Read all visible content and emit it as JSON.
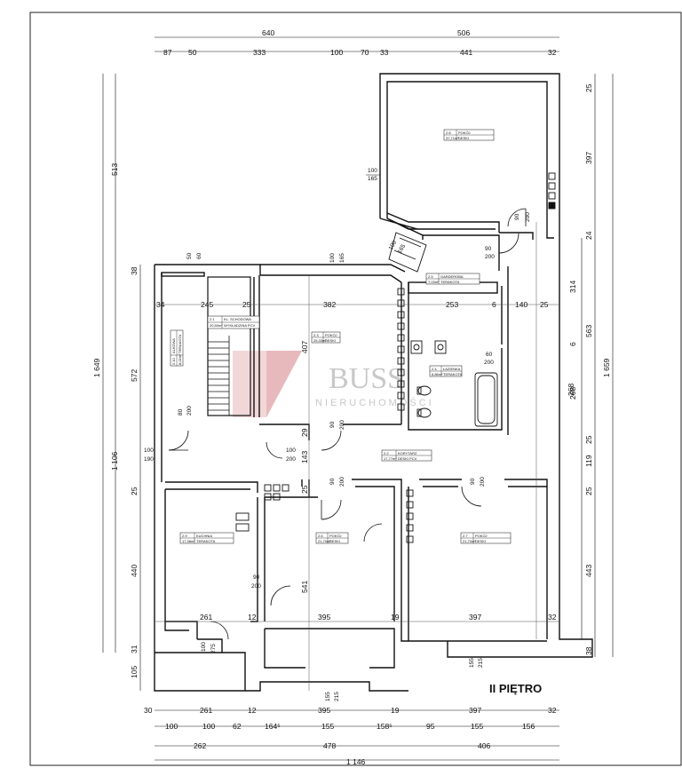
{
  "floor_label": "II PIĘTRO",
  "watermark": {
    "line1": "BUSS",
    "line2": "NIERUCHOMOŚCI"
  },
  "dims": {
    "top_total": [
      "640",
      "506"
    ],
    "top_parts": [
      "87",
      "50",
      "333",
      "100",
      "70",
      "33",
      "441",
      "32"
    ],
    "left_outer": [
      "513",
      "1 649"
    ],
    "left_inner": [
      "38",
      "572",
      "1 106",
      "25",
      "440",
      "31",
      "105"
    ],
    "left_small": [
      "34",
      "245",
      "25"
    ],
    "right_outer": [
      "1 659"
    ],
    "right_inner": [
      "25",
      "397",
      "24",
      "314",
      "563",
      "6",
      "268",
      "25",
      "119",
      "25",
      "443",
      "38"
    ],
    "bottom_row1": [
      "30",
      "261",
      "12",
      "395",
      "19",
      "397",
      "32"
    ],
    "bottom_row2": [
      "100",
      "100",
      "62",
      "164⁵",
      "155",
      "158⁵",
      "95",
      "155",
      "156"
    ],
    "bottom_row3": [
      "262",
      "478",
      "406"
    ],
    "bottom_total": "1 146",
    "inner_row1": [
      "382",
      "253",
      "6",
      "140",
      "25"
    ],
    "inner_row2": [
      "261",
      "12",
      "395",
      "19",
      "397",
      "32"
    ],
    "inner_vert": [
      "407",
      "29",
      "143",
      "25",
      "541",
      "268"
    ]
  },
  "openings": [
    {
      "id": "o1",
      "top": "100",
      "bottom": "165"
    },
    {
      "id": "o2",
      "top": "90",
      "bottom": "200"
    },
    {
      "id": "o3",
      "top": "100",
      "bottom": "165"
    },
    {
      "id": "o4",
      "top": "50",
      "bottom": "60"
    },
    {
      "id": "o5",
      "top": "100",
      "bottom": "165"
    },
    {
      "id": "o6",
      "top": "90",
      "bottom": "200"
    },
    {
      "id": "o7",
      "top": "60",
      "bottom": "200"
    },
    {
      "id": "o8",
      "top": "80",
      "bottom": "200"
    },
    {
      "id": "o9",
      "top": "100",
      "bottom": "190"
    },
    {
      "id": "o10",
      "top": "100",
      "bottom": "200"
    },
    {
      "id": "o11",
      "top": "90",
      "bottom": "200"
    },
    {
      "id": "o12",
      "top": "90",
      "bottom": "200"
    },
    {
      "id": "o13",
      "top": "90",
      "bottom": "200"
    },
    {
      "id": "o14",
      "top": "90",
      "bottom": "200"
    },
    {
      "id": "o15",
      "top": "100",
      "bottom": "275"
    },
    {
      "id": "o16",
      "top": "155",
      "bottom": "215"
    },
    {
      "id": "o17",
      "top": "155",
      "bottom": "215"
    }
  ],
  "rooms": [
    {
      "id": "2.8",
      "name": "POKÓJ",
      "area": "37,71m²",
      "floor": "DESKI"
    },
    {
      "id": "2.5",
      "name": "GARDEROBA",
      "area": "7,03m²",
      "floor": "TERAKOTA"
    },
    {
      "id": "2.3",
      "name": "POKÓJ",
      "area": "25,33m²",
      "floor": "DESKI"
    },
    {
      "id": "2.1",
      "name": "KL. SCHODOWA",
      "area": "20,50m²",
      "floor": "WYKŁADZINA PCV"
    },
    {
      "id": "2.4",
      "name": "ŁAZIENKA",
      "area": "6,86m²",
      "floor": "TERAKOTA"
    },
    {
      "id": "2.2",
      "name": "KORYTARZ",
      "area": "17,77m²",
      "floor": "DESKI PCV"
    },
    {
      "id": "2.9",
      "name": "KUCHNIA",
      "area": "17,38m²",
      "floor": "TERAKOTA"
    },
    {
      "id": "2.6",
      "name": "POKÓJ",
      "area": "21,70m²",
      "floor": "DESKI"
    },
    {
      "id": "2.7",
      "name": "POKÓJ",
      "area": "21,70m²",
      "floor": "DESKI"
    },
    {
      "id": "2.10",
      "name": "ALKOWA",
      "area": "8,02m²",
      "floor": "TERAKOTA"
    }
  ]
}
